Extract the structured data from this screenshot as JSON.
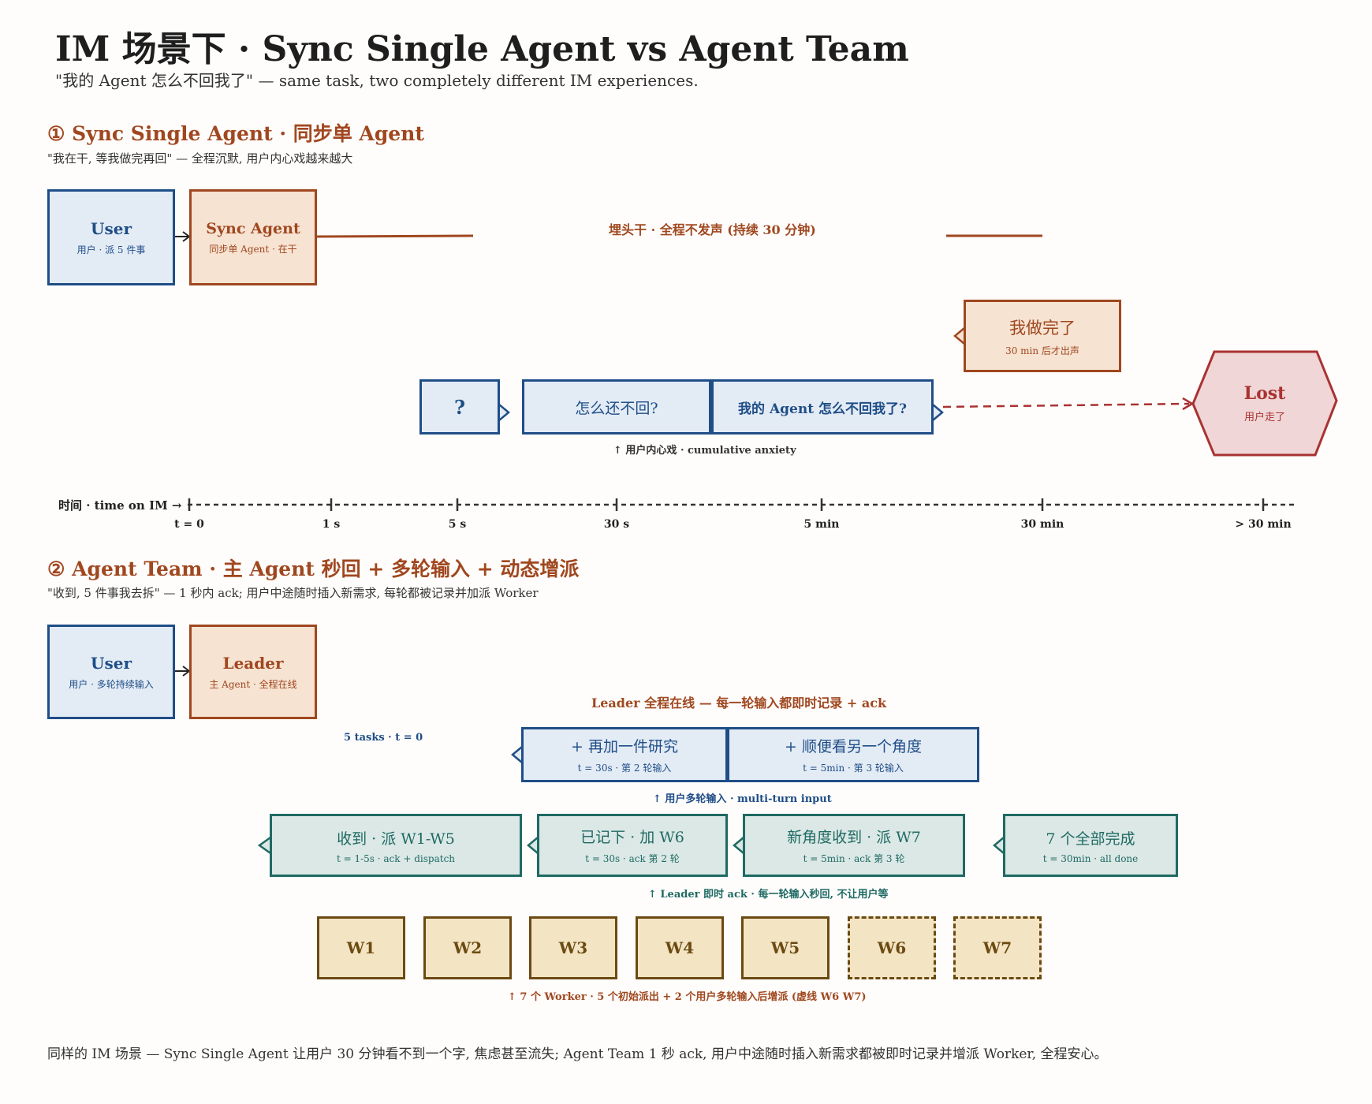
{
  "header": {
    "title": "IM 场景下 · Sync Single Agent vs Agent Team",
    "subtitle": "\"我的 Agent 怎么不回我了\" — same task, two completely different IM experiences."
  },
  "section1": {
    "title": "① Sync Single Agent · 同步单 Agent",
    "subtitle": "\"我在干, 等我做完再回\" — 全程沉默, 用户内心戏越来越大",
    "user": {
      "title": "User",
      "sub": "用户 · 派 5 件事"
    },
    "agent": {
      "title": "Sync Agent",
      "sub": "同步单 Agent · 在干"
    },
    "silent_label": "埋头干 · 全程不发声 (持续 30 分钟)",
    "done_bubble": {
      "title": "我做完了",
      "sub": "30 min 后才出声"
    },
    "q1": "?",
    "q2": "怎么还不回?",
    "q3": "我的 Agent 怎么不回我了?",
    "anxiety_note": "↑ 用户内心戏 · cumulative anxiety",
    "lost": {
      "title": "Lost",
      "sub": "用户走了"
    }
  },
  "timeline": {
    "label": "时间 · time on IM →",
    "ticks": [
      "t = 0",
      "1 s",
      "5 s",
      "30 s",
      "5 min",
      "30 min",
      "> 30 min"
    ]
  },
  "section2": {
    "title": "② Agent Team · 主 Agent 秒回 + 多轮输入 + 动态增派",
    "subtitle": "\"收到, 5 件事我去拆\" — 1 秒内 ack; 用户中途随时插入新需求, 每轮都被记录并加派 Worker",
    "user": {
      "title": "User",
      "sub": "用户 · 多轮持续输入"
    },
    "leader": {
      "title": "Leader",
      "sub": "主 Agent · 全程在线"
    },
    "online_label": "Leader 全程在线 — 每一轮输入都即时记录 + ack",
    "tasks_label": "5 tasks · t = 0",
    "inputs": [
      {
        "title": "+ 再加一件研究",
        "sub": "t = 30s · 第 2 轮输入"
      },
      {
        "title": "+ 顺便看另一个角度",
        "sub": "t = 5min · 第 3 轮输入"
      }
    ],
    "inputs_note": "↑ 用户多轮输入 · multi-turn input",
    "acks": [
      {
        "title": "收到 · 派 W1-W5",
        "sub": "t = 1-5s · ack + dispatch"
      },
      {
        "title": "已记下 · 加 W6",
        "sub": "t = 30s · ack 第 2 轮"
      },
      {
        "title": "新角度收到 · 派 W7",
        "sub": "t = 5min · ack 第 3 轮"
      },
      {
        "title": "7 个全部完成",
        "sub": "t = 30min · all done"
      }
    ],
    "acks_note": "↑ Leader 即时 ack · 每一轮输入秒回, 不让用户等",
    "workers": [
      "W1",
      "W2",
      "W3",
      "W4",
      "W5",
      "W6",
      "W7"
    ],
    "workers_note": "↑ 7 个 Worker · 5 个初始派出 + 2 个用户多轮输入后增派 (虚线 W6 W7)"
  },
  "footer": "同样的 IM 场景 — Sync Single Agent 让用户 30 分钟看不到一个字, 焦虑甚至流失; Agent Team 1 秒 ack, 用户中途随时插入新需求都被即时记录并增派 Worker, 全程安心。"
}
